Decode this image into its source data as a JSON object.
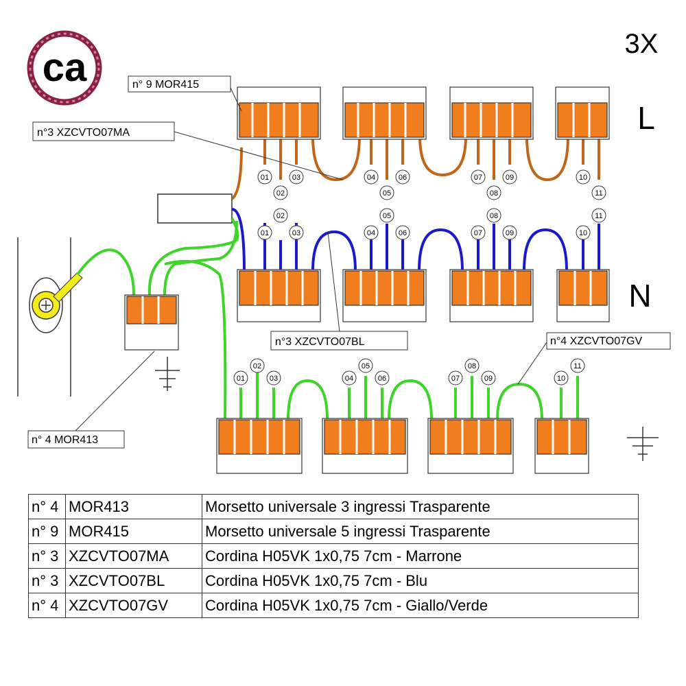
{
  "logo": {
    "text": "ca"
  },
  "quantity": "3X",
  "line_labels": {
    "live": "L",
    "neutral": "N"
  },
  "callouts": {
    "mor415": "n° 9 MOR415",
    "brown": "n°3 XZCVTO07MA",
    "blue": "n°3 XZCVTO07BL",
    "green": "n°4 XZCVTO07GV",
    "mor413": "n° 4  MOR413"
  },
  "connector_numbers": [
    "01",
    "02",
    "03",
    "04",
    "05",
    "06",
    "07",
    "08",
    "09",
    "10",
    "11"
  ],
  "wire_colors": {
    "brown": "#c0661a",
    "blue": "#1a1acc",
    "green": "#3fd42a",
    "orange": "#f07d1e",
    "yellow": "#f4ec1a",
    "logo_ring": "#8b2040"
  },
  "parts_table": {
    "rows": [
      {
        "qty": "n° 4",
        "code": "MOR413",
        "desc": "Morsetto universale 3 ingressi  Trasparente"
      },
      {
        "qty": "n° 9",
        "code": "MOR415",
        "desc": "Morsetto universale 5 ingressi  Trasparente"
      },
      {
        "qty": "n° 3",
        "code": "XZCVTO07MA",
        "desc": "Cordina H05VK 1x0,75 7cm - Marrone"
      },
      {
        "qty": "n° 3",
        "code": "XZCVTO07BL",
        "desc": "Cordina H05VK 1x0,75 7cm - Blu"
      },
      {
        "qty": "n° 4",
        "code": "XZCVTO07GV",
        "desc": "Cordina H05VK 1x0,75 7cm - Giallo/Verde"
      }
    ]
  }
}
